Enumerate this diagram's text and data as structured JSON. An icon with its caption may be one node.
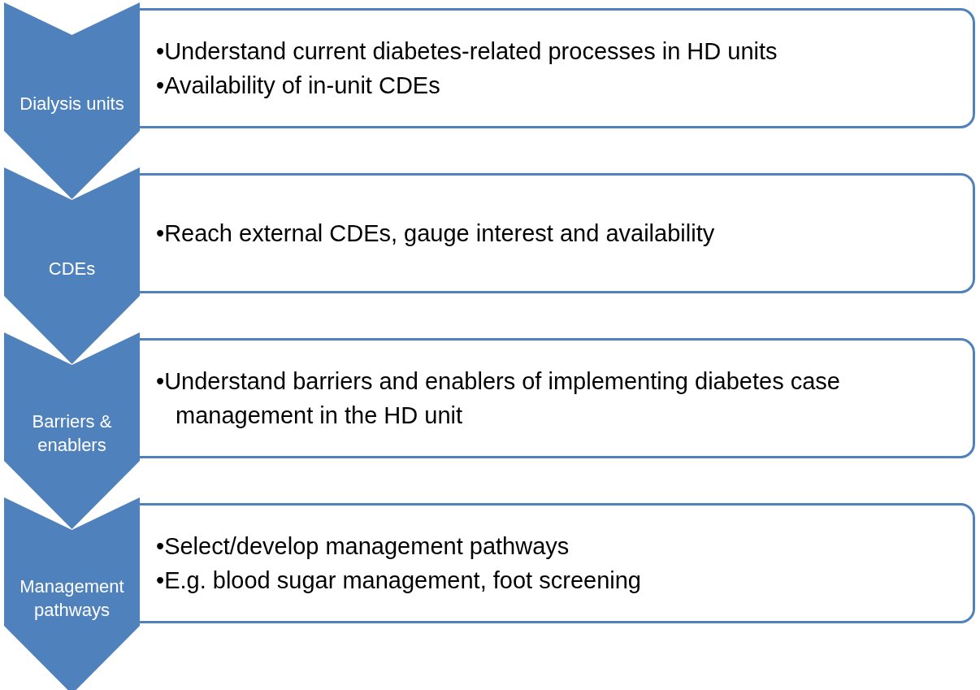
{
  "diagram": {
    "nodes": [
      {
        "text": [
          "Dialysis units"
        ]
      },
      {
        "text": [
          "•Understand current diabetes-related processes in HD units",
          "•Availability of in-unit CDEs"
        ]
      },
      {
        "text": [
          "CDEs"
        ]
      },
      {
        "text": [
          "•Reach external CDEs, gauge interest and availability"
        ]
      },
      {
        "text": [
          "Barriers & enablers"
        ]
      },
      {
        "text": [
          "•Understand barriers and enablers of implementing diabetes case management in the HD unit"
        ]
      },
      {
        "text": [
          "Management pathways"
        ]
      },
      {
        "text": [
          "•Select/develop management pathways",
          "•E.g. blood sugar management, foot screening"
        ]
      }
    ],
    "edges": []
  }
}
